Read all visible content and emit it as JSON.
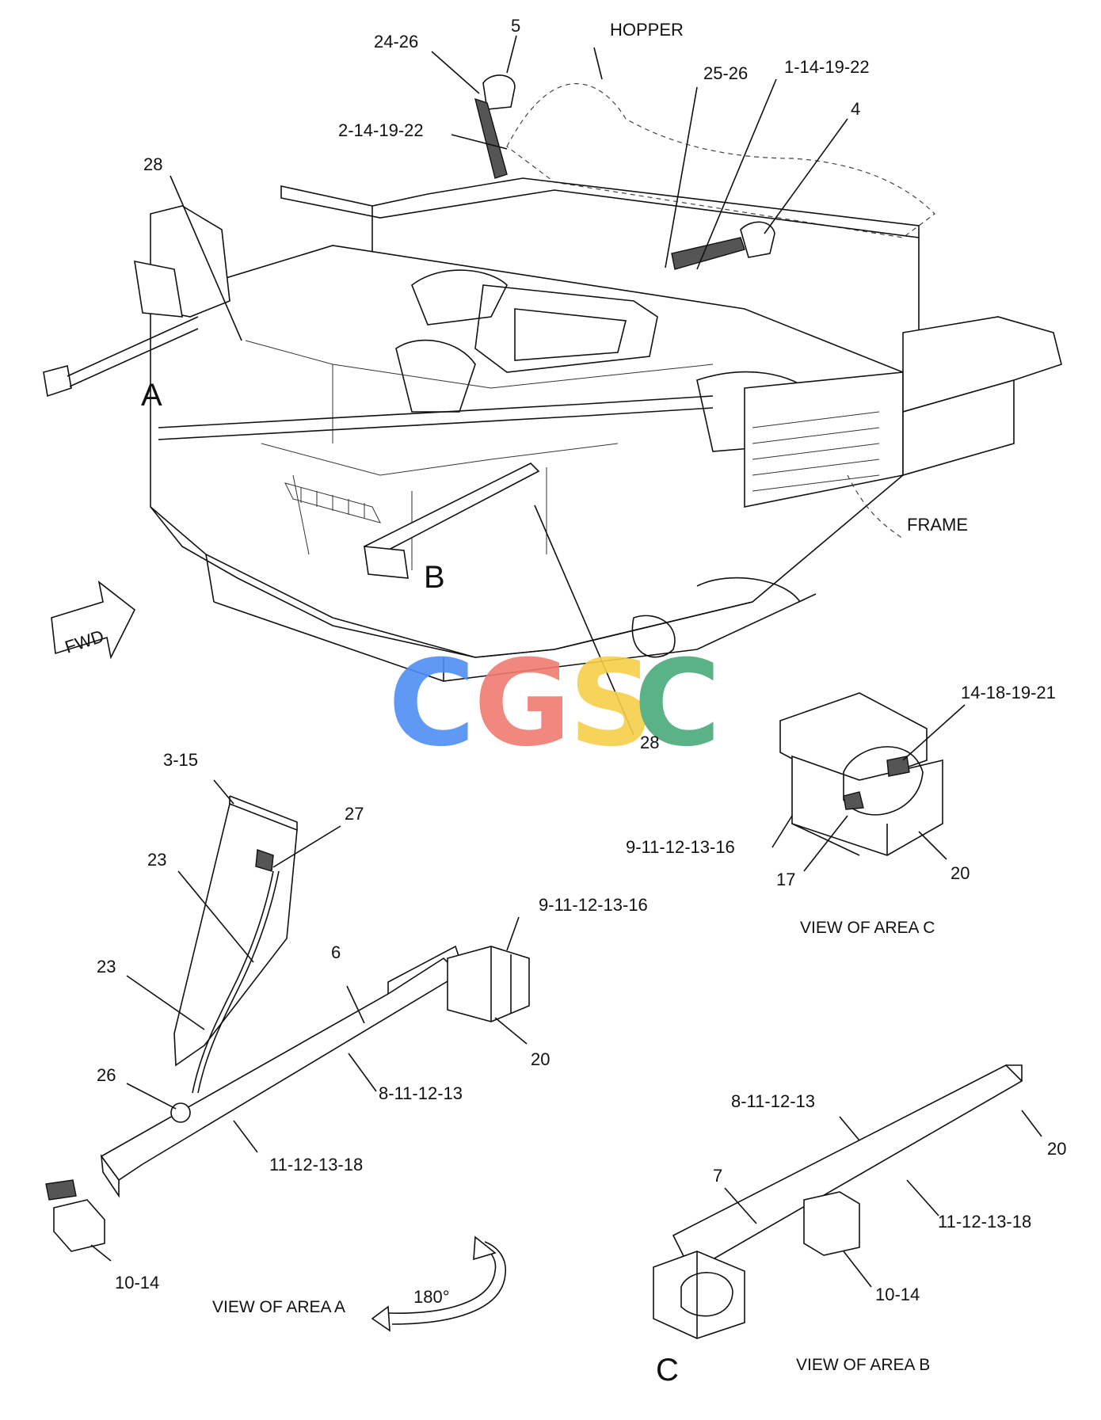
{
  "labels": {
    "hopper": "HOPPER",
    "frame": "FRAME",
    "fwd": "FWD",
    "area_a": "A",
    "area_b": "B",
    "area_c": "C",
    "rotate": "180°",
    "view_a": "VIEW OF AREA A",
    "view_b": "VIEW OF AREA B",
    "view_c": "VIEW OF AREA C"
  },
  "watermark": {
    "letters": [
      "C",
      "G",
      "S",
      "C"
    ],
    "colors": [
      "#4f8df5",
      "#f07c72",
      "#f6cf4a",
      "#4aaa7a"
    ]
  },
  "callouts": {
    "c_24_26": "24-26",
    "c_5": "5",
    "c_2_14_19_22": "2-14-19-22",
    "c_25_26": "25-26",
    "c_1_14_19_22": "1-14-19-22",
    "c_4": "4",
    "c_28_top": "28",
    "c_28_mid": "28",
    "c_14_18_19_21": "14-18-19-21",
    "c_9_11_12_13_16_c": "9-11-12-13-16",
    "c_17": "17",
    "c_20_c": "20",
    "c_3_15": "3-15",
    "c_27": "27",
    "c_23_upper": "23",
    "c_23_lower": "23",
    "c_9_11_12_13_16_a": "9-11-12-13-16",
    "c_6": "6",
    "c_20_a": "20",
    "c_26": "26",
    "c_8_11_12_13_a": "8-11-12-13",
    "c_11_12_13_18_a": "11-12-13-18",
    "c_10_14_a": "10-14",
    "c_8_11_12_13_b": "8-11-12-13",
    "c_20_b": "20",
    "c_7": "7",
    "c_11_12_13_18_b": "11-12-13-18",
    "c_10_14_b": "10-14"
  }
}
